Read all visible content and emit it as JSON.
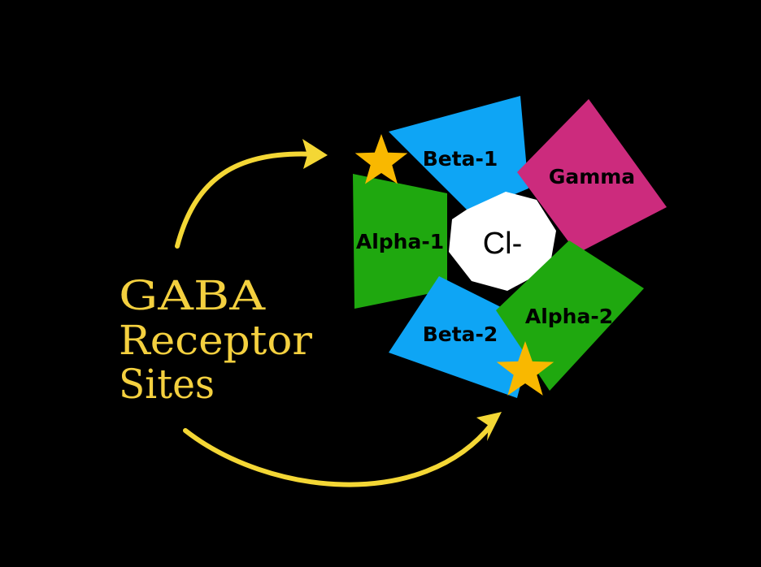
{
  "title": {
    "lines": [
      "GABA",
      "Receptor",
      "Sites"
    ],
    "color": "#f4d03f"
  },
  "ion": {
    "label": "Cl-",
    "fill": "#ffffff"
  },
  "subunits": [
    {
      "key": "beta1",
      "label": "Beta-1",
      "color": "#0ea5f5"
    },
    {
      "key": "gamma",
      "label": "Gamma",
      "color": "#cc2b7d"
    },
    {
      "key": "alpha1",
      "label": "Alpha-1",
      "color": "#1fa80f"
    },
    {
      "key": "beta2",
      "label": "Beta-2",
      "color": "#0ea5f5"
    },
    {
      "key": "alpha2",
      "label": "Alpha-2",
      "color": "#1fa80f"
    }
  ],
  "binding_site_color": "#f9b800",
  "arrow_color": "#f4d735"
}
